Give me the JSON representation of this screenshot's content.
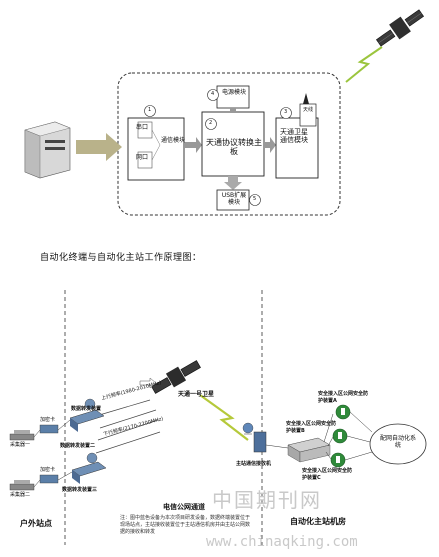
{
  "diagram": {
    "section_title": "自动化终端与自动化主站工作原理图：",
    "top": {
      "port_serial": "串口",
      "port_net": "网口",
      "comm_module": "通信模块",
      "num1": "1",
      "num2": "2",
      "num3": "3",
      "num4": "4",
      "num5": "5",
      "power_module": "电源模块",
      "protocol_host": "天通协议转换主板",
      "sat_module": "天通卫星通信模块",
      "antenna": "天线",
      "usb_module": "USB扩展模块"
    },
    "bottom": {
      "satellite": "天通一号卫星",
      "uplink": "上行频率(1980-2010MHz)",
      "downlink": "下行频率(2170-2200MHz)",
      "data_terminal_1": "数据转发装置",
      "data_terminal_2": "数据转发装置二",
      "data_terminal_3": "数据转发装置三",
      "collector_1": "采集器一",
      "collector_2": "采集器二",
      "terminal_a": "加密卡",
      "terminal_b": "加密卡",
      "public_network": "电信公网通道",
      "note": "注：图中蓝色设备为本次项目研发设备，数据终端装置位于现场站点，主站接收装置位于主站通信机房并由主站公网数据的接收和转发",
      "outdoor_site": "户外站点",
      "main_station_room": "自动化主站机房",
      "main_receiver": "主站通信接收机",
      "sec_device_a": "安全接入区公网安全防护装置A",
      "sec_device_b": "安全接入区公网安全防护装置B",
      "sec_device_c": "安全接入区公网安全防护装置C",
      "dist_station": "配网自动化系统"
    },
    "watermark_cn": "中国期刊网",
    "watermark_url": "www.chinaqking.com"
  }
}
